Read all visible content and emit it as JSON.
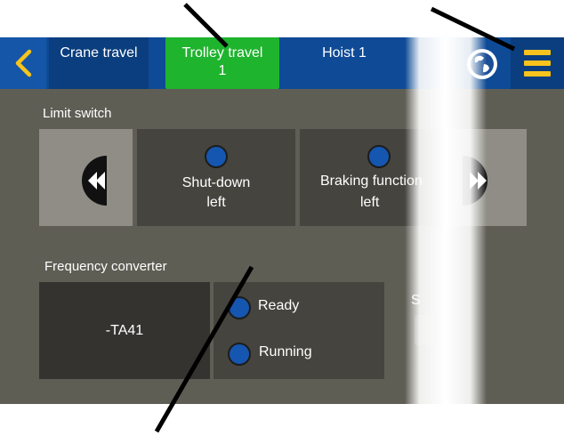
{
  "header": {
    "tabs": [
      {
        "label_line1": "Crane travel",
        "label_line2": "",
        "active": false
      },
      {
        "label_line1": "Trolley travel",
        "label_line2": "1",
        "active": true
      },
      {
        "label_line1": "Hoist  1",
        "label_line2": "",
        "active": false
      }
    ],
    "icons": {
      "back": "chevron-left-icon",
      "language": "globe-icon",
      "menu": "hamburger-menu-icon"
    }
  },
  "limit_switch": {
    "label": "Limit switch",
    "items": [
      {
        "line1": "Shut-down",
        "line2": "left"
      },
      {
        "line1": "Braking function",
        "line2": "left"
      }
    ]
  },
  "frequency_converter": {
    "label": "Frequency converter",
    "device": "-TA41",
    "status": [
      "Ready",
      "Running"
    ],
    "partial_label": "S"
  },
  "colors": {
    "header": "#0e4a96",
    "active_tab": "#1fb42e",
    "background": "#5f5e55",
    "panel": "#45443e",
    "indicator": "#1556b0",
    "menu_icon": "#f7c31c"
  }
}
